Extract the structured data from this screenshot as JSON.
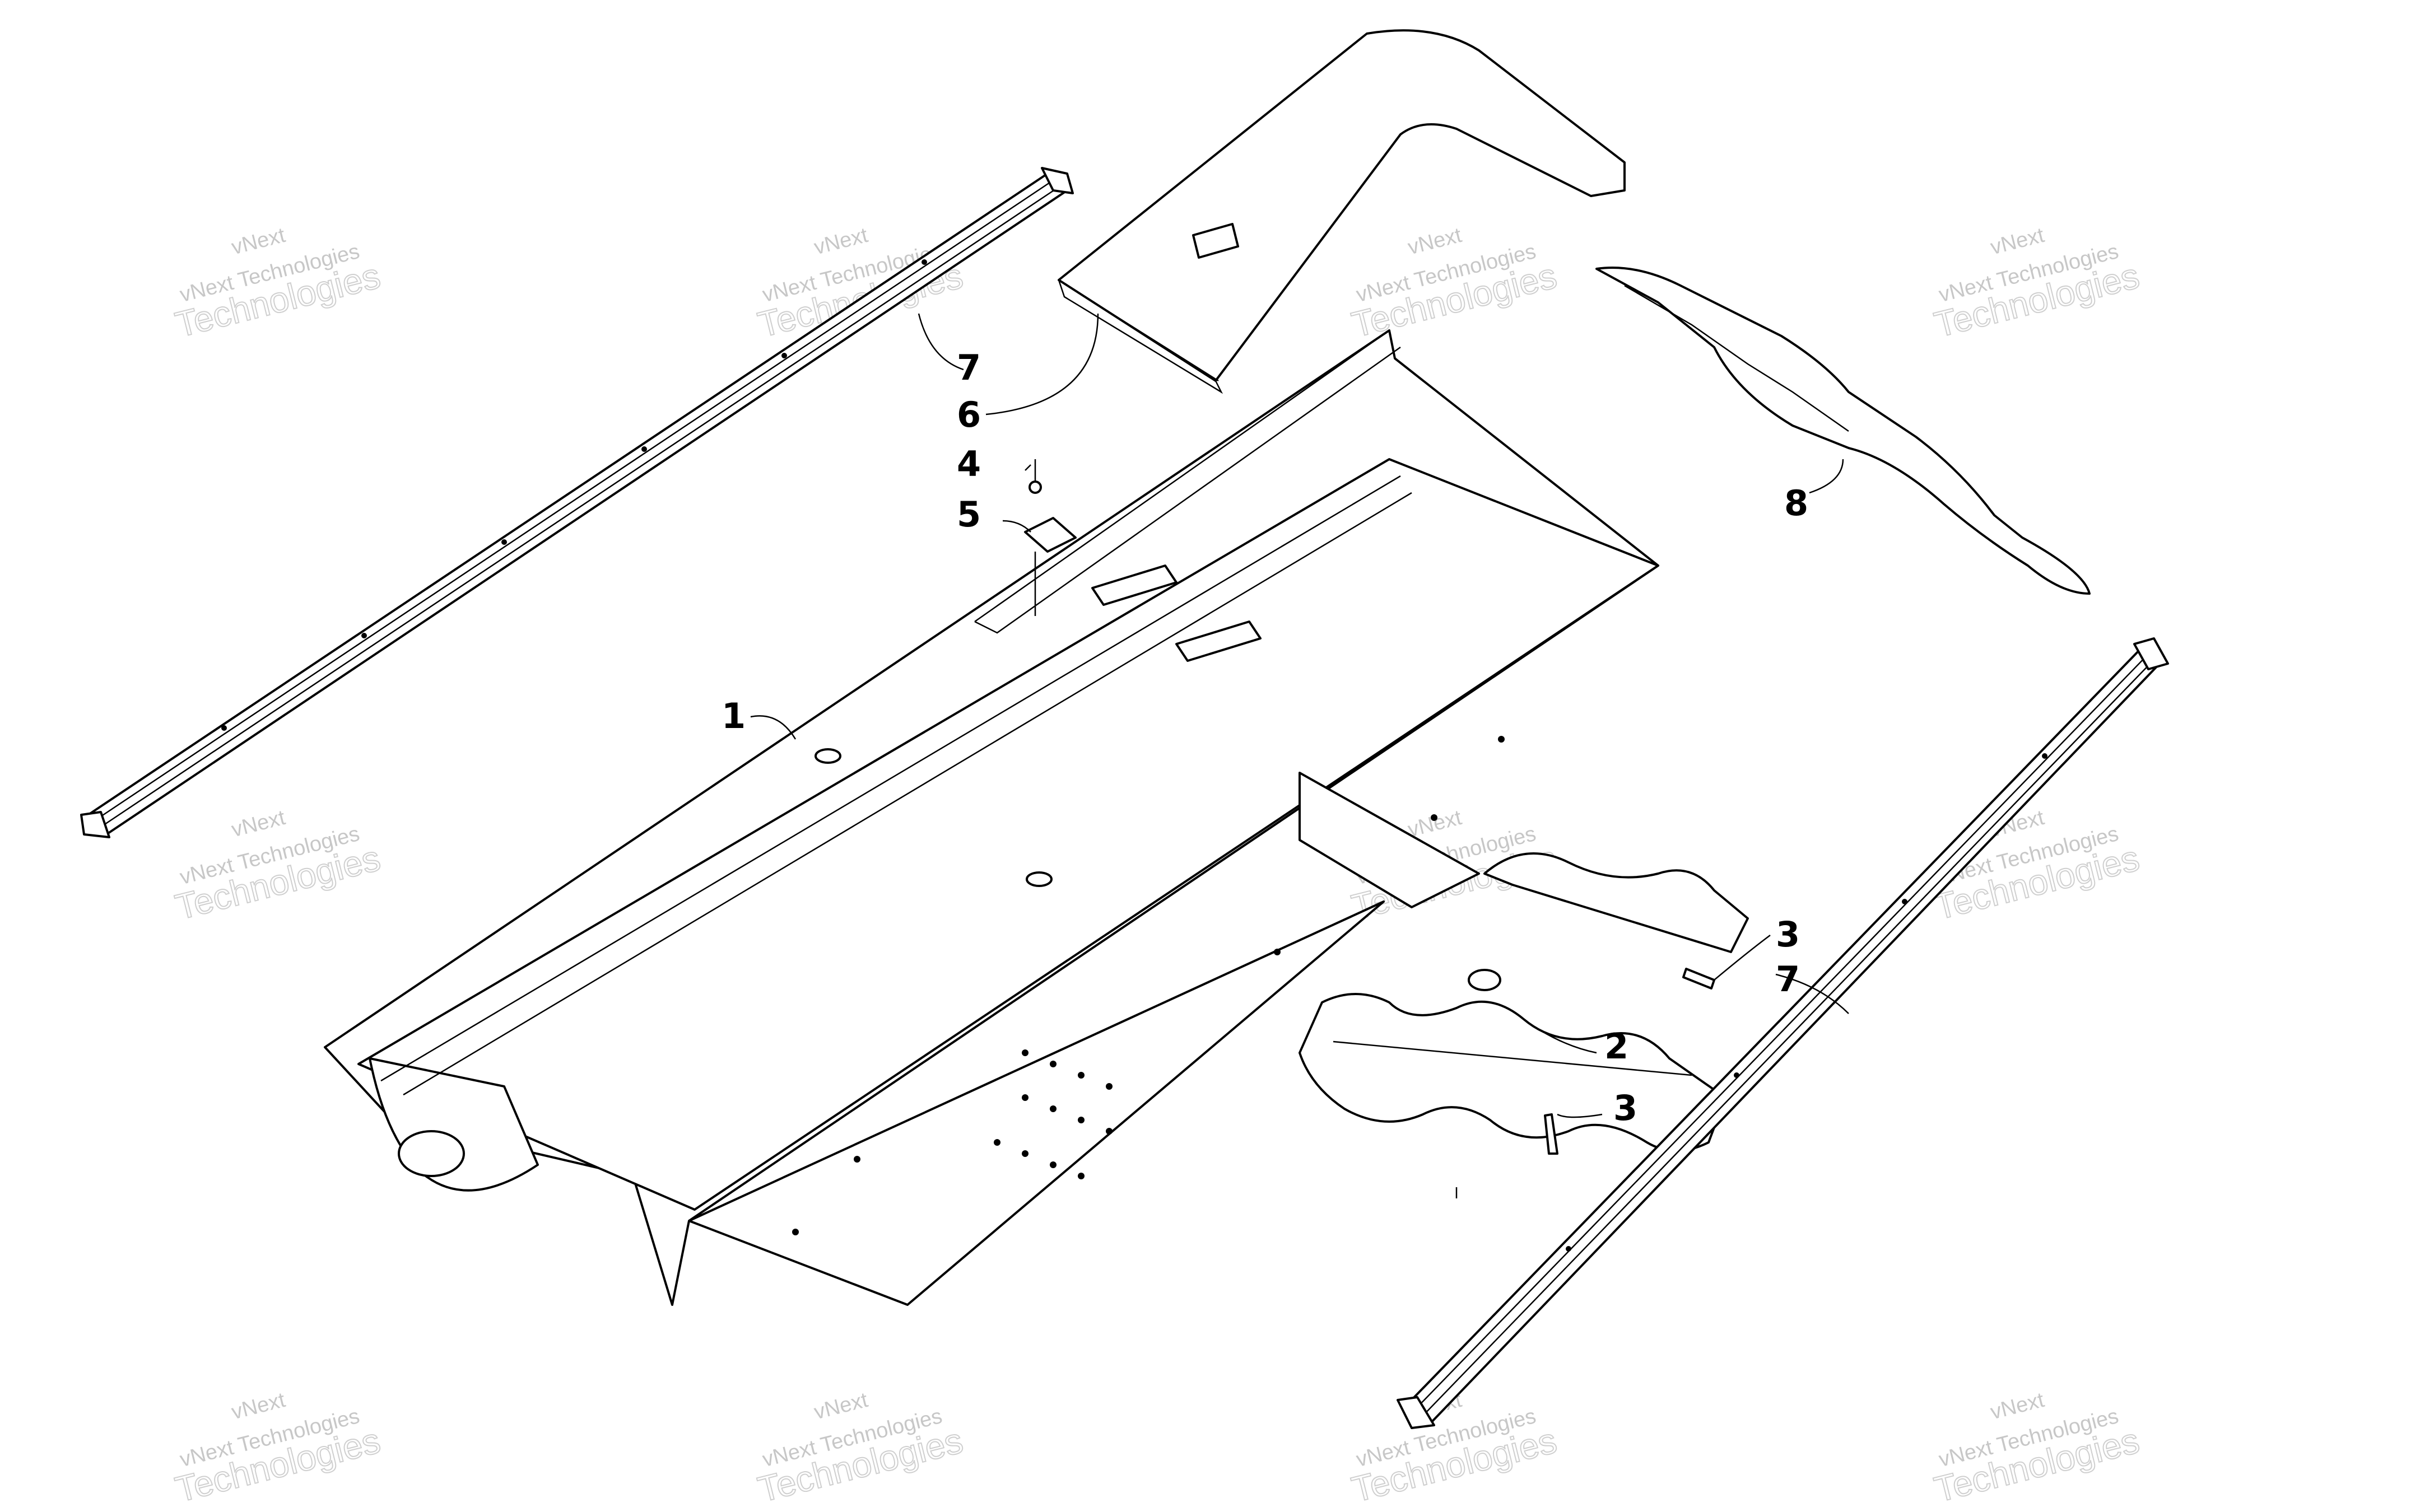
{
  "watermark": {
    "line1": "vNext",
    "line2": "vNext Technologies",
    "line3": "Technologies"
  },
  "callouts": {
    "c1": "1",
    "c2": "2",
    "c3a": "3",
    "c3b": "3",
    "c4": "4",
    "c5": "5",
    "c6": "6",
    "c7a": "7",
    "c7b": "7",
    "c8": "8"
  }
}
